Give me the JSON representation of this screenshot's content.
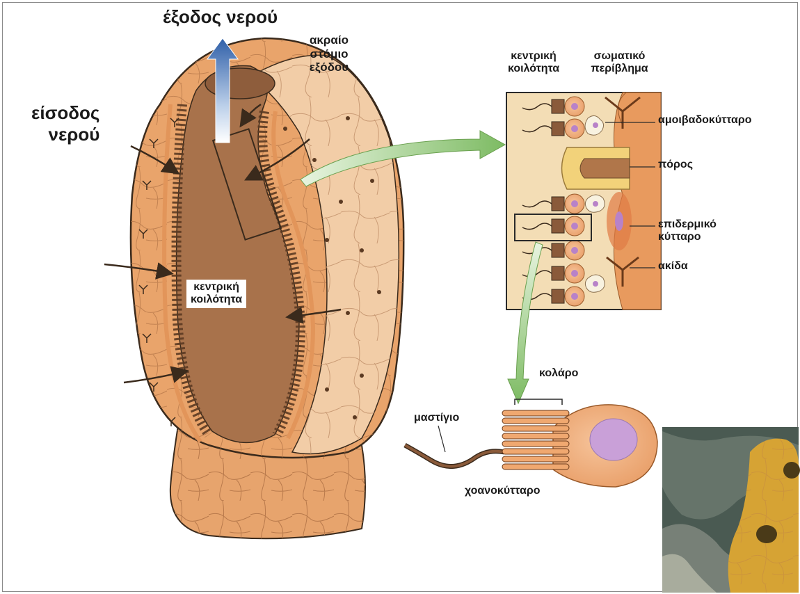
{
  "labels": {
    "water_out": "έξοδος νερού",
    "water_in": "είσοδος\nνερού",
    "osculum": "ακραίο\nστόμιο\nεξόδου",
    "central_cavity_main": "κεντρική\nκοιλότητα",
    "central_cavity_detail": "κεντρική\nκοιλότητα",
    "body_wall": "σωματικό\nπερίβλημα",
    "amoebocyte": "αμοιβαδοκύτταρο",
    "pore": "πόρος",
    "epidermal_cell": "επιδερμικό\nκύτταρο",
    "spicule": "ακίδα",
    "collar": "κολάρο",
    "flagellum": "μαστίγιο",
    "choanocyte": "χοανοκύτταρο"
  },
  "colors": {
    "body_outer": "#e8a56c",
    "body_inner_wall": "#f3c9a0",
    "cavity": "#a7714a",
    "outline": "#3a2a1c",
    "arrow_out_top": "#2f5fa8",
    "arrow_out_bottom": "#ffffff",
    "arrow_green": "#8dc276",
    "pore": "#f2d27a",
    "nucleus": "#c9a0d8"
  }
}
